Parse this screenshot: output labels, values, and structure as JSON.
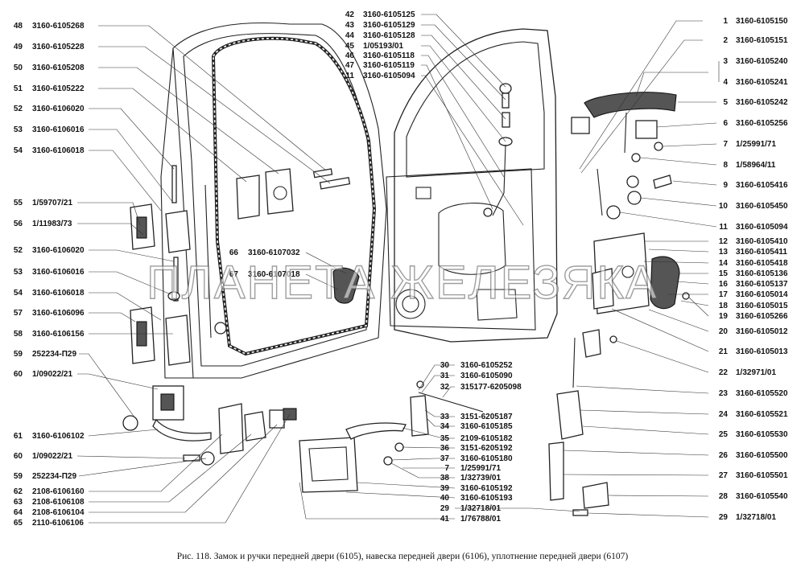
{
  "caption": "Рис. 118. Замок и ручки передней двери (6105), навеска передней двери (6106), уплотнение передней двери (6107)",
  "watermark": "ПЛАНЕТА ЖЕЛЕЗЯКА",
  "callouts_left": [
    {
      "num": "48",
      "code": "3160-6105268"
    },
    {
      "num": "49",
      "code": "3160-6105228"
    },
    {
      "num": "50",
      "code": "3160-6105208"
    },
    {
      "num": "51",
      "code": "3160-6105222"
    },
    {
      "num": "52",
      "code": "3160-6106020"
    },
    {
      "num": "53",
      "code": "3160-6106016"
    },
    {
      "num": "54",
      "code": "3160-6106018"
    },
    {
      "num": "55",
      "code": "1/59707/21"
    },
    {
      "num": "56",
      "code": "1/11983/73"
    },
    {
      "num": "52",
      "code": "3160-6106020"
    },
    {
      "num": "53",
      "code": "3160-6106016"
    },
    {
      "num": "54",
      "code": "3160-6106018"
    },
    {
      "num": "57",
      "code": "3160-6106096"
    },
    {
      "num": "58",
      "code": "3160-6106156"
    },
    {
      "num": "59",
      "code": "252234-П29"
    },
    {
      "num": "60",
      "code": "1/09022/21"
    },
    {
      "num": "61",
      "code": "3160-6106102"
    },
    {
      "num": "60",
      "code": "1/09022/21"
    },
    {
      "num": "59",
      "code": "252234-П29"
    },
    {
      "num": "62",
      "code": "2108-6106160"
    },
    {
      "num": "63",
      "code": "2108-6106108"
    },
    {
      "num": "64",
      "code": "2108-6106104"
    },
    {
      "num": "65",
      "code": "2110-6106106"
    }
  ],
  "callouts_right": [
    {
      "num": "1",
      "code": "3160-6105150"
    },
    {
      "num": "2",
      "code": "3160-6105151"
    },
    {
      "num": "3",
      "code": "3160-6105240"
    },
    {
      "num": "4",
      "code": "3160-6105241"
    },
    {
      "num": "5",
      "code": "3160-6105242"
    },
    {
      "num": "6",
      "code": "3160-6105256"
    },
    {
      "num": "7",
      "code": "1/25991/71"
    },
    {
      "num": "8",
      "code": "1/58964/11"
    },
    {
      "num": "9",
      "code": "3160-6105416"
    },
    {
      "num": "10",
      "code": "3160-6105450"
    },
    {
      "num": "11",
      "code": "3160-6105094"
    },
    {
      "num": "12",
      "code": "3160-6105410"
    },
    {
      "num": "13",
      "code": "3160-6105411"
    },
    {
      "num": "14",
      "code": "3160-6105418"
    },
    {
      "num": "15",
      "code": "3160-6105136"
    },
    {
      "num": "16",
      "code": "3160-6105137"
    },
    {
      "num": "17",
      "code": "3160-6105014"
    },
    {
      "num": "18",
      "code": "3160-6105015"
    },
    {
      "num": "19",
      "code": "3160-6105266"
    },
    {
      "num": "20",
      "code": "3160-6105012"
    },
    {
      "num": "21",
      "code": "3160-6105013"
    },
    {
      "num": "22",
      "code": "1/32971/01"
    },
    {
      "num": "23",
      "code": "3160-6105520"
    },
    {
      "num": "24",
      "code": "3160-6105521"
    },
    {
      "num": "25",
      "code": "3160-6105530"
    },
    {
      "num": "26",
      "code": "3160-6105500"
    },
    {
      "num": "27",
      "code": "3160-6105501"
    },
    {
      "num": "28",
      "code": "3160-6105540"
    },
    {
      "num": "29",
      "code": "1/32718/01"
    }
  ],
  "callouts_top": [
    {
      "num": "42",
      "code": "3160-6105125"
    },
    {
      "num": "43",
      "code": "3160-6105129"
    },
    {
      "num": "44",
      "code": "3160-6105128"
    },
    {
      "num": "45",
      "code": "1/05193/01"
    },
    {
      "num": "46",
      "code": "3160-6105118"
    },
    {
      "num": "47",
      "code": "3160-6105119"
    },
    {
      "num": "11",
      "code": "3160-6105094"
    }
  ],
  "callouts_middle": [
    {
      "num": "66",
      "code": "3160-6107032"
    },
    {
      "num": "67",
      "code": "3160-6107018"
    }
  ],
  "callouts_center": [
    {
      "num": "30",
      "code": "3160-6105252"
    },
    {
      "num": "31",
      "code": "3160-6105090"
    },
    {
      "num": "32",
      "code": "315177-6205098"
    },
    {
      "num": "33",
      "code": "3151-6205187"
    },
    {
      "num": "34",
      "code": "3160-6105185"
    },
    {
      "num": "35",
      "code": "2109-6105182"
    },
    {
      "num": "36",
      "code": "3151-6205192"
    },
    {
      "num": "37",
      "code": "3160-6105180"
    },
    {
      "num": "7",
      "code": "1/25991/71"
    },
    {
      "num": "38",
      "code": "1/32739/01"
    },
    {
      "num": "39",
      "code": "3160-6105192"
    },
    {
      "num": "40",
      "code": "3160-6105193"
    },
    {
      "num": "29",
      "code": "1/32718/01"
    },
    {
      "num": "41",
      "code": "1/76788/01"
    }
  ]
}
